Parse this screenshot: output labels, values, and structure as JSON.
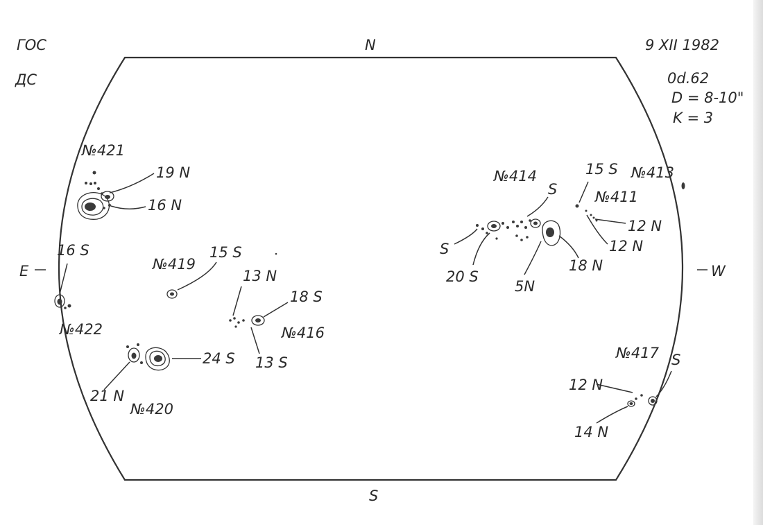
{
  "header_left": {
    "line1": "ГОС",
    "line2": "ДС"
  },
  "header_right": {
    "date": "9 XII 1982",
    "time": "0d.62",
    "seeing": "D = 8-10\"",
    "quality": "K = 3"
  },
  "directions": {
    "north": "N",
    "south": "S",
    "east": "E",
    "west": "W"
  },
  "labels": {
    "n421": "№421",
    "l19N": "19 N",
    "l16N": "16 N",
    "l16S": "16 S",
    "n422": "№422",
    "n419": "№419",
    "l15S_419": "15 S",
    "l13N": "13 N",
    "l18S": "18 S",
    "n416": "№416",
    "l13S": "13 S",
    "l24S": "24 S",
    "l21N": "21 N",
    "n420": "№420",
    "n414": "№414",
    "lS_414": "S",
    "lS_left": "S",
    "l20S": "20 S",
    "l5N": "5N",
    "l18N": "18 N",
    "l15S_411": "15 S",
    "n413": "№413",
    "n411": "№411",
    "l12N_a": "12 N",
    "l12N_b": "12 N",
    "n417": "№417",
    "lS_417": "S",
    "l12N_417": "12 N",
    "l14N": "14 N"
  }
}
